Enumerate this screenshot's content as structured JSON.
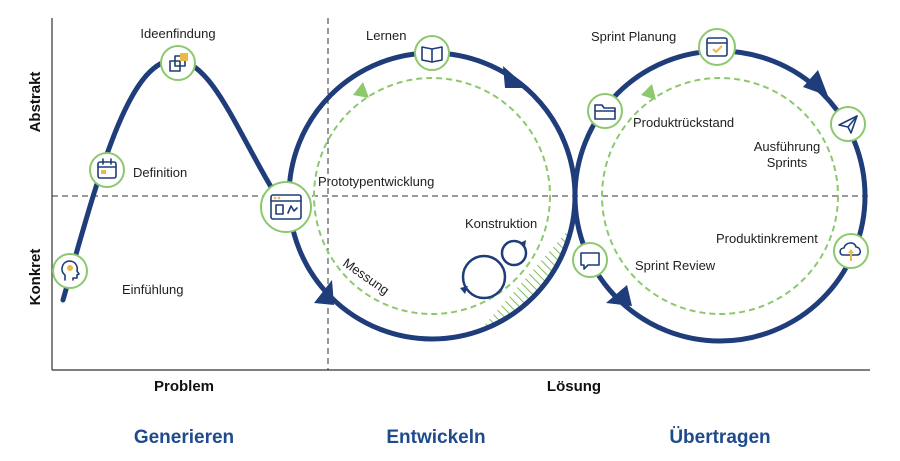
{
  "axes": {
    "y_top": "Abstrakt",
    "y_bottom": "Konkret",
    "x_left": "Problem",
    "x_right": "Lösung"
  },
  "phases": [
    "Generieren",
    "Entwickeln",
    "Übertragen"
  ],
  "stages": {
    "ideenfindung": "Ideenfindung",
    "definition": "Definition",
    "einfuehlung": "Einfühlung",
    "prototypentwicklung": "Prototypentwicklung",
    "lernen": "Lernen",
    "konstruktion": "Konstruktion",
    "messung": "Messung",
    "sprint_planung": "Sprint Planung",
    "produktrueckstand": "Produktrückstand",
    "ausfuehrung_sprints_line1": "Ausführung",
    "ausfuehrung_sprints_line2": "Sprints",
    "produktinkrement": "Produktinkrement",
    "sprint_review": "Sprint Review"
  },
  "icons": [
    "head-icon",
    "calendar-icon",
    "ideas-icon",
    "prototype-window-icon",
    "book-icon",
    "gears-icon",
    "folder-icon",
    "sprint-calendar-icon",
    "paper-plane-icon",
    "cloud-upload-icon",
    "chat-bubble-icon"
  ],
  "colors": {
    "navy": "#1f3d7a",
    "green": "#8cc86e",
    "phase_text": "#1f4b8c"
  }
}
